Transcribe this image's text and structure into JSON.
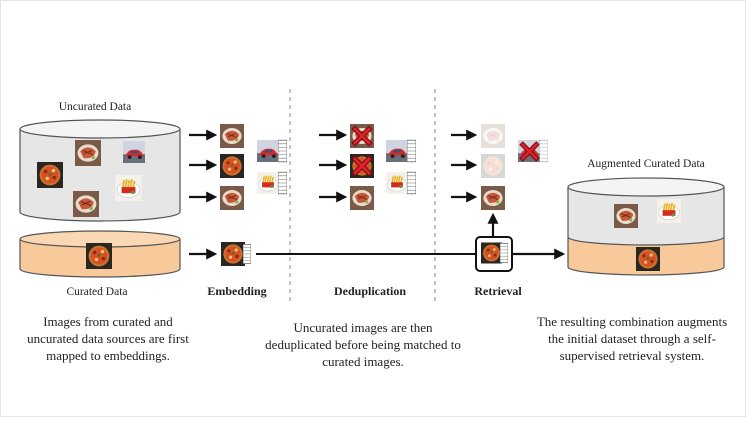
{
  "labels": {
    "uncurated": "Uncurated Data",
    "curated": "Curated Data",
    "augmented": "Augmented Curated Data"
  },
  "stages": {
    "embedding": "Embedding",
    "deduplication": "Deduplication",
    "retrieval": "Retrieval"
  },
  "captions": {
    "left": "Images from curated and uncurated data sources are first mapped to embeddings.",
    "middle": "Uncurated images are then deduplicated before being matched to curated images.",
    "right": "The resulting combination augments the initial dataset through a self-supervised retrieval system."
  },
  "colors": {
    "uncurated_fill": "#e6e6e6",
    "curated_fill": "#f8c99a",
    "outline": "#555555",
    "reject": "#e0202a",
    "arrow": "#111111"
  },
  "icons": {
    "reject": "red-x-icon",
    "embedding": "embedding-vector-icon",
    "pizza": "pizza-thumbnail",
    "car": "car-thumbnail",
    "fries": "fries-thumbnail",
    "salmon": "salmon-thumbnail"
  }
}
